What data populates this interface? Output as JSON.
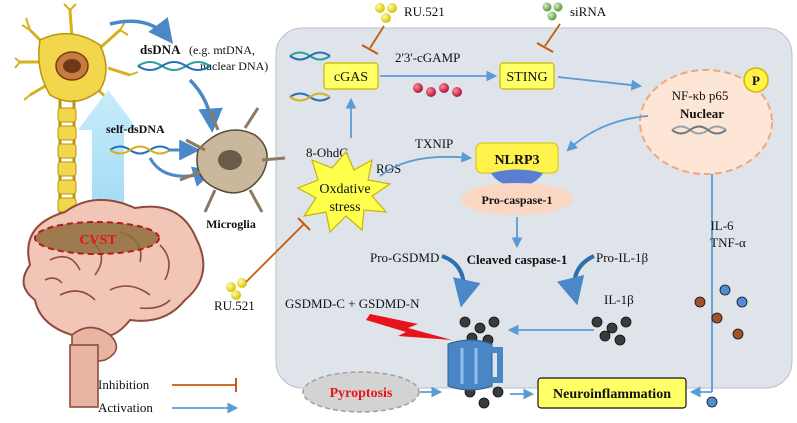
{
  "labels": {
    "ru521_top": "RU.521",
    "sirna": "siRNA",
    "ru521_bottom": "RU.521",
    "dsdna": "dsDNA",
    "dsdna_examples_line1": "(e.g. mtDNA,",
    "dsdna_examples_line2": "nuclear DNA)",
    "self_dsdna": "self-dsDNA",
    "microglia": "Microglia",
    "cvst": "CVST",
    "cgas": "cGAS",
    "cgamp": "2'3'-cGAMP",
    "sting": "STING",
    "nfkb": "NF-κb p65",
    "nuclear": "Nuclear",
    "p": "P",
    "ohdg": "8-OhdG",
    "txnip": "TXNIP",
    "ros": "ROS",
    "nlrp3": "NLRP3",
    "oxstress_line1": "Oxdative",
    "oxstress_line2": "stress",
    "procasp1": "Pro-caspase-1",
    "il6": "IL-6",
    "tnfa": "TNF-α",
    "pro_gsdmd": "Pro-GSDMD",
    "pro_il1b": "Pro-IL-1β",
    "cleaved_casp1": "Cleaved caspase-1",
    "il1b": "IL-1β",
    "gsdmd_cn": "GSDMD-C + GSDMD-N",
    "pyroptosis": "Pyroptosis",
    "neuroinflammation": "Neuroinflammation"
  },
  "legend": {
    "inhibition": "Inhibition",
    "activation": "Activation"
  },
  "colors": {
    "panel": "#dfe4ea",
    "activation": "#5b9bd5",
    "inhibition": "#c55a11",
    "box_yellow": "#ffff66",
    "box_border": "#c9b600",
    "red_text": "#e8141b"
  }
}
